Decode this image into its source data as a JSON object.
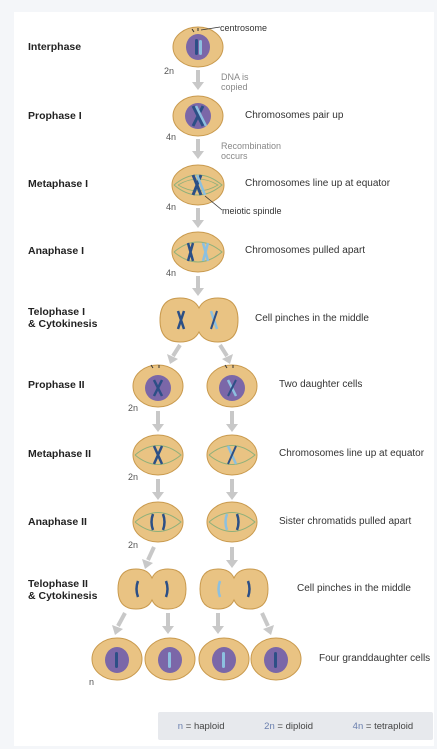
{
  "stages": [
    "Interphase",
    "Prophase I",
    "Metaphase I",
    "Anaphase I",
    "Telophase I\n& Cytokinesis",
    "Prophase II",
    "Metaphase II",
    "Anaphase II",
    "Telophase II\n& Cytokinesis"
  ],
  "descriptions": [
    "Chromosomes pair up",
    "Chromosomes line up at equator",
    "Chromosomes pulled apart",
    "Cell pinches in the middle",
    "Two daughter cells",
    "Chromosomes line up at equator",
    "Sister chromatids pulled apart",
    "Cell pinches in the middle",
    "Four granddaughter cells"
  ],
  "annotations": {
    "centrosome": "centrosome",
    "dna_copied": "DNA is\ncopied",
    "recombination": "Recombination\noccurs",
    "meiotic_spindle": "meiotic spindle"
  },
  "ploidy_labels": [
    "2n",
    "4n",
    "4n",
    "4n",
    "2n",
    "2n",
    "2n",
    "n"
  ],
  "legend": {
    "haploid_symbol": "n",
    "haploid_text": "haploid",
    "diploid_symbol": "2n",
    "diploid_text": "diploid",
    "tetraploid_symbol": "4n",
    "tetraploid_text": "tetraploid",
    "separator": "="
  },
  "colors": {
    "cell_fill": "#e9c383",
    "cell_stroke": "#c99a4e",
    "nucleus": "#7b67a8",
    "chromosome_dark": "#2c4f86",
    "chromosome_light": "#8cc0e0",
    "arrow": "#c8c8c8",
    "spindle": "#8fb07a"
  }
}
